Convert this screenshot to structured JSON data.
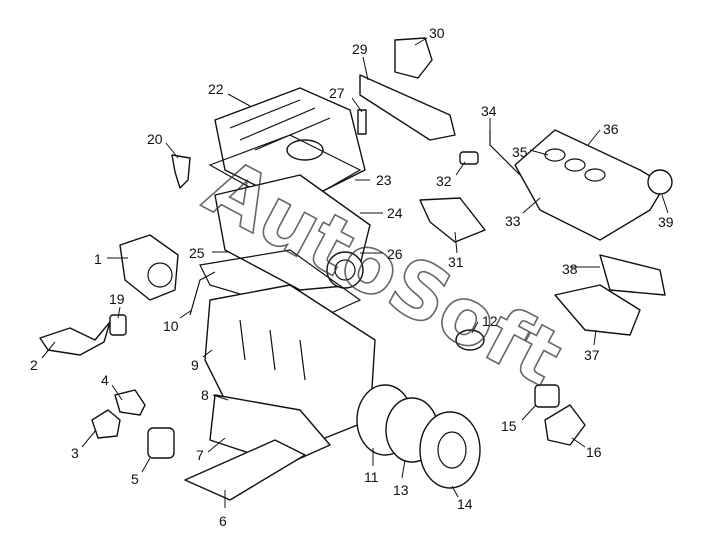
{
  "diagram": {
    "watermark": "AutoSoft",
    "callouts": [
      "1",
      "2",
      "3",
      "4",
      "5",
      "6",
      "7",
      "8",
      "9",
      "10",
      "11",
      "12",
      "13",
      "14",
      "15",
      "16",
      "19",
      "20",
      "22",
      "23",
      "24",
      "25",
      "26",
      "27",
      "29",
      "30",
      "31",
      "32",
      "33",
      "34",
      "35",
      "36",
      "37",
      "38",
      "39"
    ]
  }
}
